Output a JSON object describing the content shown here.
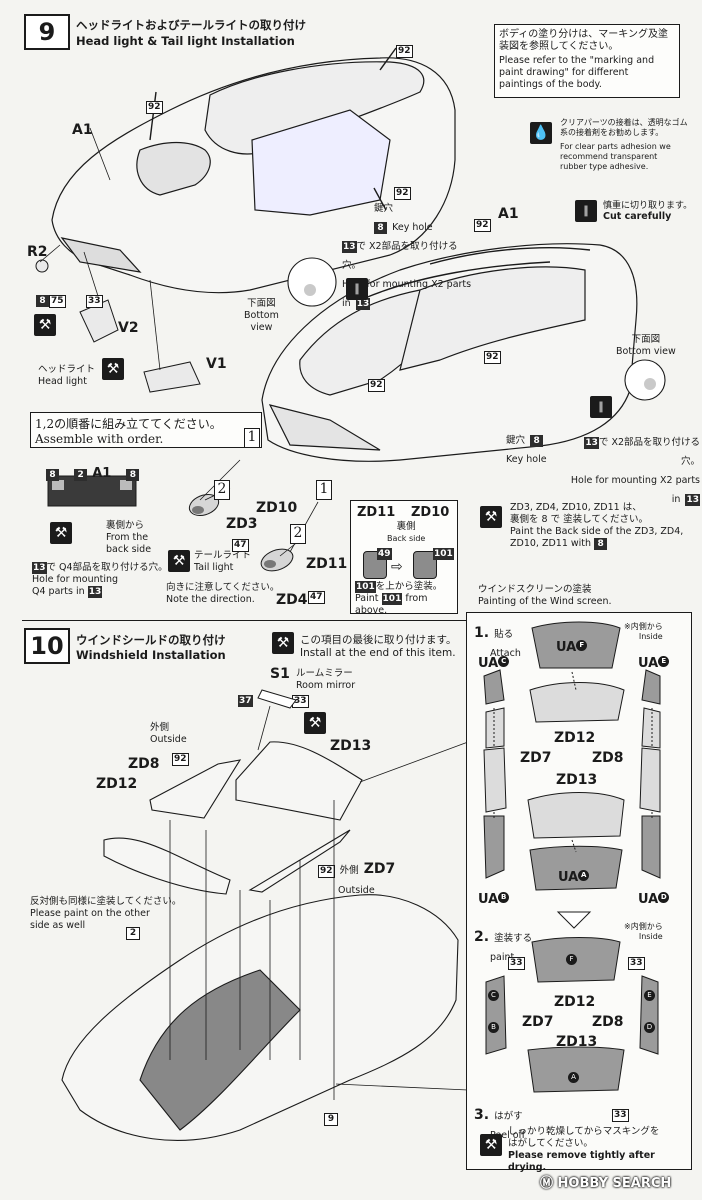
{
  "step9": {
    "number": "9",
    "title_jp": "ヘッドライトおよびテールライトの取り付け",
    "title_en": "Head light & Tail light Installation",
    "body_note": {
      "jp": "ボディの塗り分けは、マーキング及塗装図を参照してください。",
      "en": "Please refer to the \"marking and paint drawing\" for different paintings of the body."
    },
    "clear_parts_note": {
      "jp": "クリアパーツの接着は、透明なゴム系の接着剤をお勧めします。",
      "en": "For clear parts adhesion we recommend transparent rubber type adhesive."
    },
    "cut_carefully": {
      "jp": "慎重に切り取ります。",
      "en": "Cut carefully"
    },
    "labels": {
      "a1": "A1",
      "a1_right": "A1",
      "r2": "R2",
      "v1": "V1",
      "v2": "V2",
      "p92": "92",
      "p8": "8",
      "p75": "75",
      "p33": "33",
      "p47": "47",
      "p13": "13",
      "p2": "2",
      "p101": "101",
      "p49": "49",
      "zd10": "ZD10",
      "zd3": "ZD3",
      "zd11": "ZD11",
      "zd4": "ZD4"
    },
    "key_hole": {
      "jp": "鍵穴",
      "en": "Key hole"
    },
    "hole_x2": {
      "jp": "で X2部品を取り付ける穴。",
      "en": "Hole for mounting X2 parts in"
    },
    "bottom_view_left": {
      "jp": "下面図",
      "en1": "Bottom",
      "en2": "view"
    },
    "bottom_view_right": {
      "jp": "下面図",
      "en": "Bottom view"
    },
    "headlight": {
      "jp": "ヘッドライト",
      "en": "Head light"
    },
    "assemble_order": {
      "jp": "1,2の順番に組み立ててください。",
      "en": "Assemble with order."
    },
    "back_side_paint": {
      "jp": "裏側から",
      "en1": "From the",
      "en2": "back side"
    },
    "hole_q4": {
      "jp": "で Q4部品を取り付ける穴。",
      "en1": "Hole for mounting",
      "en2": "Q4 parts in"
    },
    "tail_light": {
      "jp": "テールライト",
      "en": "Tail light"
    },
    "direction": {
      "jp": "向きに注意してください。",
      "en": "Note the direction."
    },
    "zd_paint_note": {
      "jp1": "ZD3, ZD4, ZD10, ZD11 は、",
      "jp2": "裏側を 8 で 塗装してください。",
      "en": "Paint the Back side of the ZD3, ZD4, ZD10, ZD11 with"
    },
    "backside_box": {
      "jp": "裏側",
      "en": "Back side",
      "paint_jp": "を上から塗装。",
      "paint_en1": "Paint",
      "paint_en2": "from above."
    },
    "order_marks": [
      "1",
      "2",
      "1",
      "2"
    ]
  },
  "step10": {
    "number": "10",
    "title_jp": "ウインドシールドの取り付け",
    "title_en": "Windshield Installation",
    "install_end": {
      "jp": "この項目の最後に取り付けます。",
      "en": "Install at the end of this item."
    },
    "room_mirror": {
      "part": "S1",
      "jp": "ルームミラー",
      "en": "Room mirror"
    },
    "outside": {
      "jp": "外側",
      "en": "Outside"
    },
    "paint_other_side": {
      "jp": "反対側も同様に塗装してください。",
      "en1": "Please paint on the other",
      "en2": "side as well"
    },
    "labels": {
      "zd8": "ZD8",
      "zd12": "ZD12",
      "zd13": "ZD13",
      "zd7": "ZD7",
      "p92": "92",
      "p37": "37",
      "p33": "33",
      "p2": "2",
      "p9": "9"
    }
  },
  "windscreen": {
    "title_jp": "ウインドスクリーンの塗装",
    "title_en": "Painting of the Wind screen.",
    "step1": {
      "num": "1.",
      "jp": "貼る",
      "en": "Attach"
    },
    "step2": {
      "num": "2.",
      "jp": "塗装する",
      "en": "paint"
    },
    "step3": {
      "num": "3.",
      "jp": "はがす",
      "en": "Peel off"
    },
    "inside": {
      "jp": "※内側から",
      "en": "Inside"
    },
    "masks": {
      "f": "F",
      "c": "C",
      "e": "E",
      "b": "B",
      "d": "D",
      "a": "A",
      "ua": "UA"
    },
    "parts": {
      "zd12": "ZD12",
      "zd7": "ZD7",
      "zd8": "ZD8",
      "zd13": "ZD13",
      "p33": "33"
    },
    "peel_note": {
      "jp1": "しっかり乾燥してからマスキングを",
      "jp2": "はがしてください。",
      "en": "Please remove tightly after drying."
    }
  },
  "watermark": "HOBBY SEARCH",
  "colors": {
    "ink": "#1b1b1b",
    "paper": "#f4f4f1",
    "mask_fill": "#9b9b9b",
    "light_fill": "#d9d9d9"
  }
}
